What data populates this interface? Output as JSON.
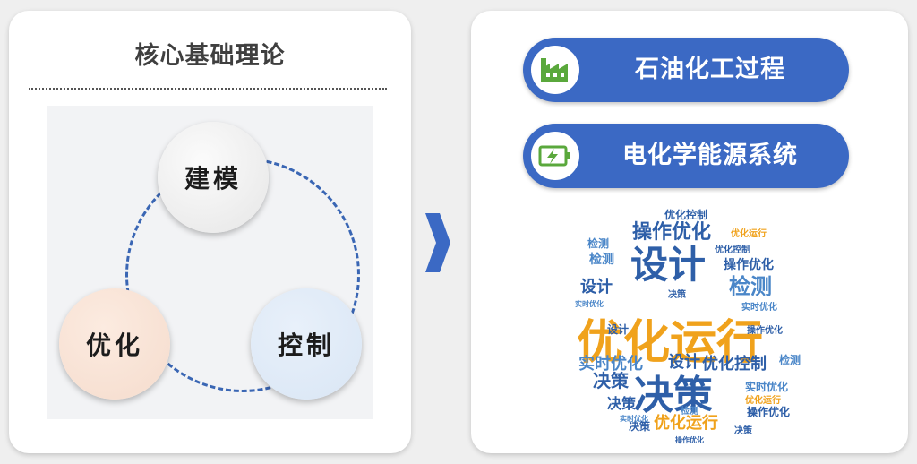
{
  "left_panel": {
    "title": "核心基础理论",
    "nodes": {
      "modeling": "建模",
      "optimization": "优化",
      "control": "控制"
    }
  },
  "arrow_icon": "chevron-right-icon",
  "right_panel": {
    "applications": [
      {
        "label": "石油化工过程",
        "icon": "factory-icon",
        "icon_color": "#5aa83c"
      },
      {
        "label": "电化学能源系统",
        "icon": "battery-charging-icon",
        "icon_color": "#5aa83c"
      }
    ],
    "word_cloud": {
      "words": [
        {
          "text": "优化控制",
          "color": "#2e5fa8"
        },
        {
          "text": "操作优化",
          "color": "#2e5fa8"
        },
        {
          "text": "检测",
          "color": "#4a86c8"
        },
        {
          "text": "设计",
          "color": "#2e5fa8"
        },
        {
          "text": "优化运行",
          "color": "#f0a21c"
        },
        {
          "text": "实时优化",
          "color": "#4a86c8"
        },
        {
          "text": "决策",
          "color": "#2e5fa8"
        }
      ]
    },
    "colors": {
      "pill": "#3b69c4",
      "accent_orange": "#f0a21c",
      "accent_blue": "#2e5fa8"
    }
  }
}
